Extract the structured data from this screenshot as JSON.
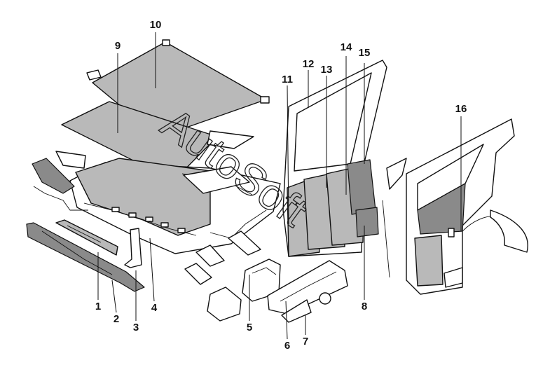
{
  "diagram": {
    "callouts": [
      "1",
      "2",
      "3",
      "4",
      "5",
      "6",
      "7",
      "8",
      "9",
      "10",
      "11",
      "12",
      "13",
      "14",
      "15",
      "16"
    ],
    "watermark": "AutoSoft"
  },
  "colors": {
    "line": "#111111",
    "shade": "#b9b9b9",
    "dark": "#8a8a8a",
    "background": "#ffffff"
  }
}
